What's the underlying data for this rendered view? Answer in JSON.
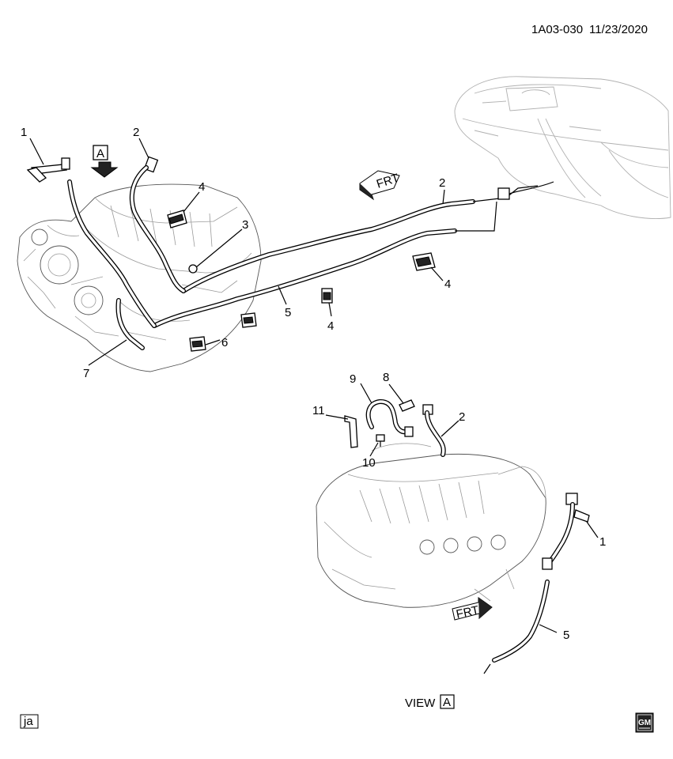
{
  "header": {
    "code": "1A03-030",
    "date": "11/23/2020"
  },
  "view_a_tag": "A",
  "view_caption": {
    "text": "VIEW",
    "box": "A"
  },
  "frt_label_top": "FRT",
  "frt_label_bottom": "FRT",
  "corner_tag": "ja",
  "gm_logo_text": "GM",
  "callouts": {
    "c1_top": "1",
    "c2_top": "2",
    "c4_top": "4",
    "c3": "3",
    "c2_right": "2",
    "c4_right": "4",
    "c5_mid": "5",
    "c4_mid": "4",
    "c6": "6",
    "c7": "7",
    "c9": "9",
    "c8": "8",
    "c11": "11",
    "c2_view": "2",
    "c10": "10",
    "c1_view": "1",
    "c5_view": "5"
  },
  "colors": {
    "line": "#000000",
    "engine_shade": "#555555",
    "tank_shade": "#b0b0b0"
  }
}
